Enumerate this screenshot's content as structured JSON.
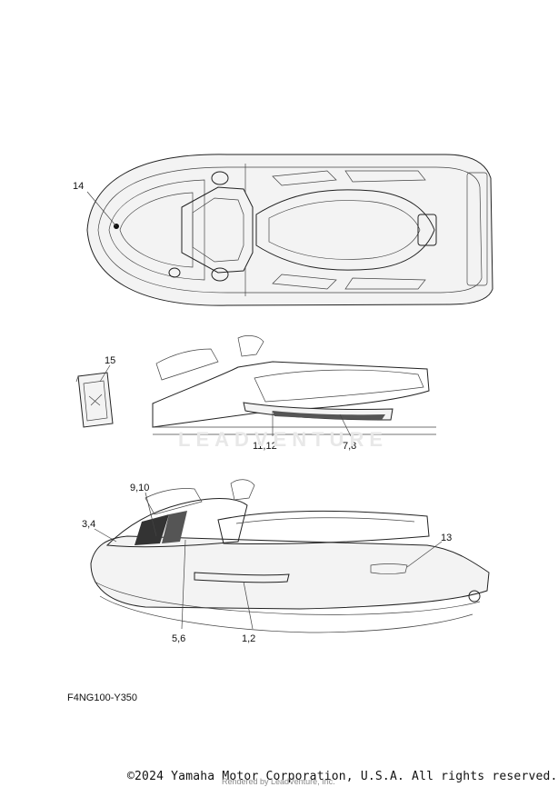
{
  "diagram": {
    "callouts": [
      "14",
      "15",
      "11,12",
      "7,8",
      "9,10",
      "3,4",
      "13",
      "5,6",
      "1,2"
    ],
    "part_code": "F4NG100-Y350",
    "watermark": "LEADVENTURE",
    "copyright": "©2024 Yamaha Motor Corporation, U.S.A. All rights reserved.",
    "rendered_by": "Rendered by LeadVenture, Inc."
  }
}
